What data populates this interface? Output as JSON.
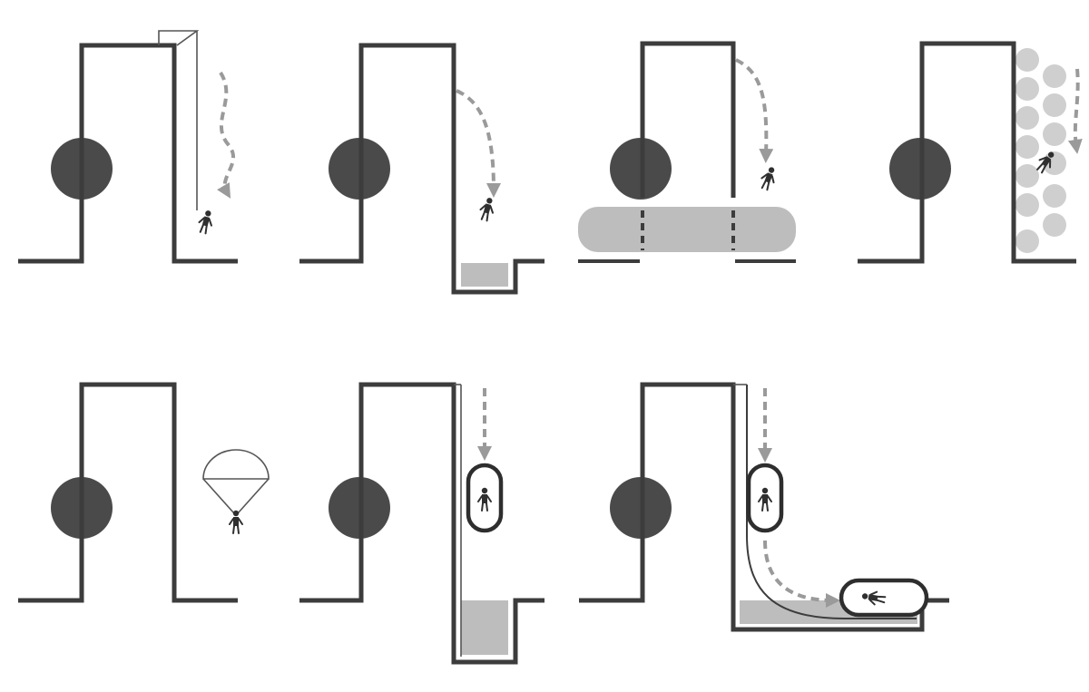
{
  "colors": {
    "background": "#ffffff",
    "outline": "#3c3c3c",
    "core": "#4a4a4a",
    "cushion": "#bdbdbd",
    "arrow": "#9a9a9a"
  },
  "panels": [
    {
      "id": "rope-descent"
    },
    {
      "id": "water-pit"
    },
    {
      "id": "inflatable-cushion"
    },
    {
      "id": "ball-column"
    },
    {
      "id": "parachute"
    },
    {
      "id": "vertical-capsule-chute"
    },
    {
      "id": "curved-capsule-chute"
    }
  ]
}
